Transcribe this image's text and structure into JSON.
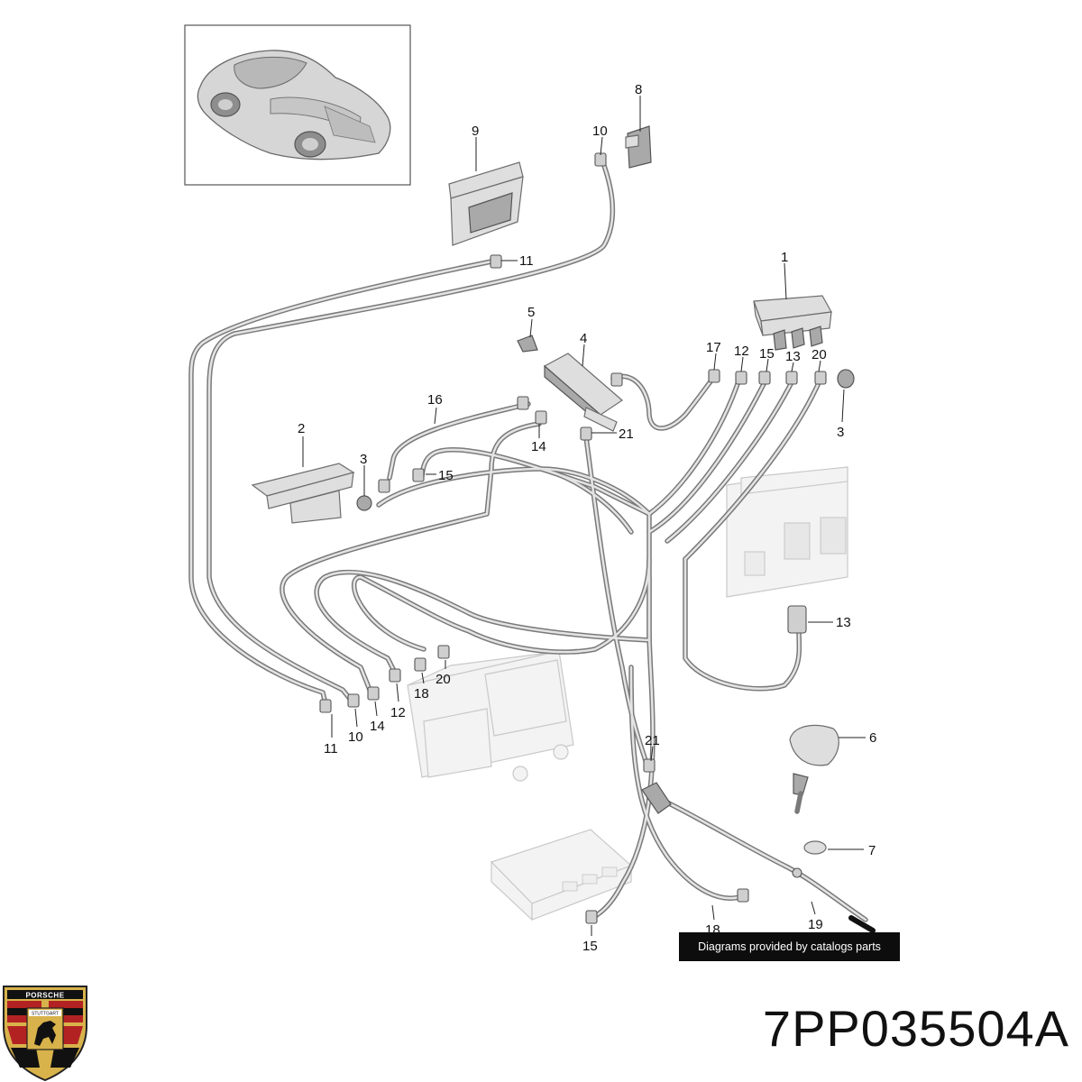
{
  "callouts": {
    "c1": "1",
    "c2": "2",
    "c3a": "3",
    "c3b": "3",
    "c4": "4",
    "c5": "5",
    "c6": "6",
    "c7": "7",
    "c8": "8",
    "c9": "9",
    "c10a": "10",
    "c10b": "10",
    "c11a": "11",
    "c11b": "11",
    "c12a": "12",
    "c12b": "12",
    "c13a": "13",
    "c13b": "13",
    "c14a": "14",
    "c14b": "14",
    "c15a": "15",
    "c15b": "15",
    "c15c": "15",
    "c16": "16",
    "c17": "17",
    "c18a": "18",
    "c18b": "18",
    "c19": "19",
    "c20a": "20",
    "c20b": "20",
    "c21a": "21",
    "c21b": "21"
  },
  "watermark": "Diagrams provided by catalogs parts",
  "part_number": "7PP035504A",
  "logo": {
    "brand": "PORSCHE",
    "city": "STUTTGART",
    "icon": "porsche-crest-icon"
  }
}
